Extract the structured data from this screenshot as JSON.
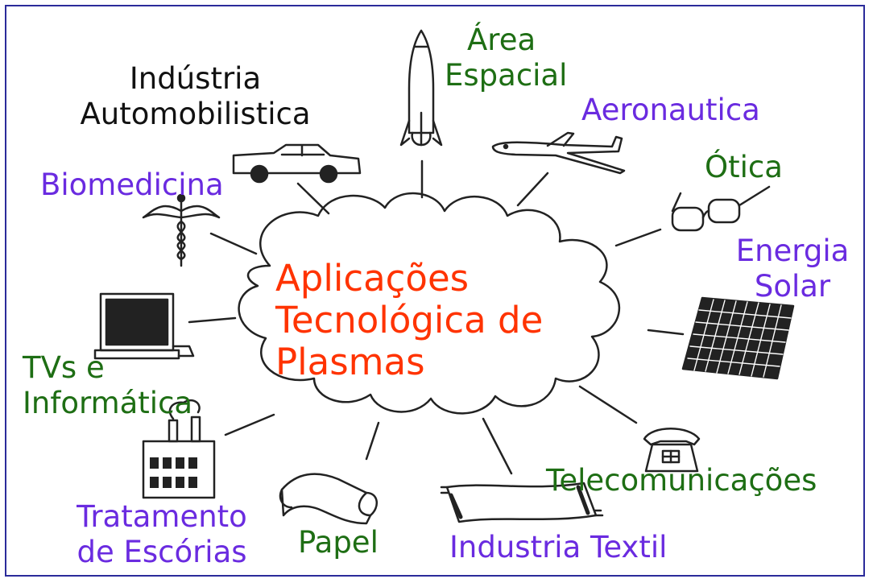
{
  "colors": {
    "frame": "#2b2b9a",
    "purple": "#6a2be0",
    "green": "#1e6e14",
    "black": "#111111",
    "center": "#ff3300",
    "drawing": "#222222"
  },
  "center": {
    "lines": [
      "Aplicações",
      "Tecnológica de",
      "Plasmas"
    ],
    "color_key": "center"
  },
  "applications": [
    {
      "id": "area-espacial",
      "lines": [
        "Área",
        "Espacial"
      ],
      "color": "#1e6e14",
      "icon": "rocket-icon"
    },
    {
      "id": "industria-automobilistica",
      "lines": [
        "Indústria",
        "Automobilistica"
      ],
      "color": "#111111",
      "icon": "car-icon"
    },
    {
      "id": "aeronautica",
      "lines": [
        "Aeronautica"
      ],
      "color": "#6a2be0",
      "icon": "airplane-icon"
    },
    {
      "id": "otica",
      "lines": [
        "Ótica"
      ],
      "color": "#1e6e14",
      "icon": "glasses-icon"
    },
    {
      "id": "biomedicina",
      "lines": [
        "Biomedicina"
      ],
      "color": "#6a2be0",
      "icon": "caduceus-icon"
    },
    {
      "id": "energia-solar",
      "lines": [
        "Energia",
        "Solar"
      ],
      "color": "#6a2be0",
      "icon": "solar-panel-icon"
    },
    {
      "id": "tvs-informatica",
      "lines": [
        "TVs e",
        "Informática"
      ],
      "color": "#1e6e14",
      "icon": "computer-icon"
    },
    {
      "id": "telecomunicacoes",
      "lines": [
        "Telecomunicações"
      ],
      "color": "#1e6e14",
      "icon": "telephone-icon"
    },
    {
      "id": "tratamento-escorias",
      "lines": [
        "Tratamento",
        "de Escórias"
      ],
      "color": "#6a2be0",
      "icon": "factory-icon"
    },
    {
      "id": "papel",
      "lines": [
        "Papel"
      ],
      "color": "#1e6e14",
      "icon": "paper-scroll-icon"
    },
    {
      "id": "industria-textil",
      "lines": [
        "Industria Textil"
      ],
      "color": "#6a2be0",
      "icon": "textile-rug-icon"
    }
  ]
}
